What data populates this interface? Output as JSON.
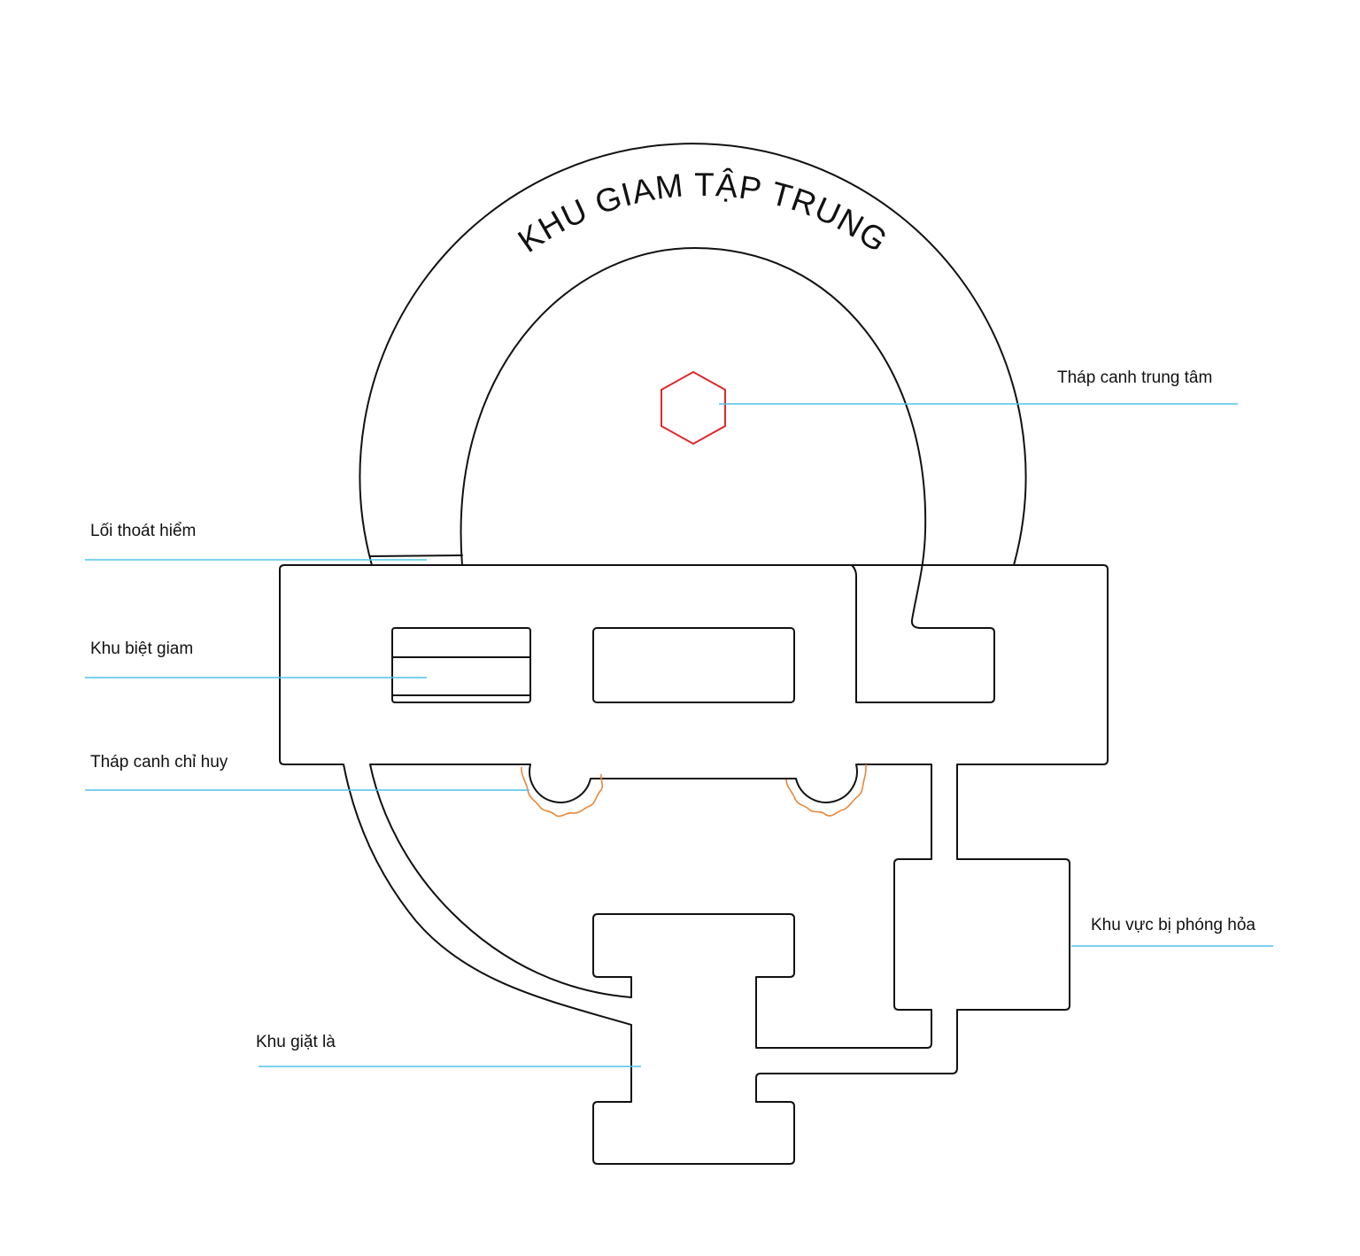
{
  "title": "KHU GIAM TẬP TRUNG",
  "labels": {
    "central_tower": "Tháp canh trung tâm",
    "emergency_exit": "Lối thoát hiểm",
    "solitary": "Khu biệt giam",
    "command_tower": "Tháp canh chỉ huy",
    "burned_area": "Khu vực bị phóng hỏa",
    "laundry": "Khu giặt là"
  },
  "colors": {
    "outline": "#111111",
    "leader_line": "#4fc3ea",
    "central_tower_marker": "#e0282b",
    "command_tower_marker": "#e8873a"
  }
}
